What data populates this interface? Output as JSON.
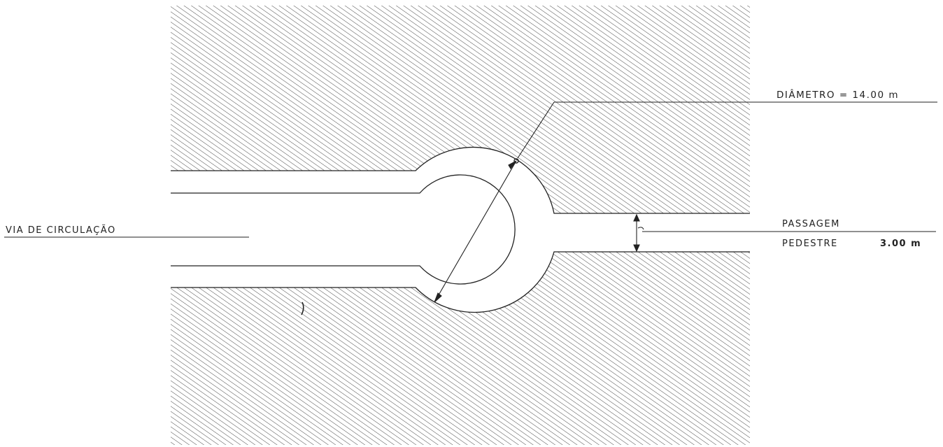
{
  "labels": {
    "diametro": "DIÂMETRO = 14.00 m",
    "via_circulacao": "VIA DE CIRCULAÇÃO",
    "passagem": "PASSAGEM",
    "pedestre": "PEDESTRE",
    "pedestre_width": "3.00 m"
  },
  "dimensions": {
    "cul_de_sac_diameter_m": 14.0,
    "pedestrian_passage_width_m": 3.0
  },
  "colors": {
    "line": "#222222",
    "hatch": "#333333",
    "background": "#ffffff"
  }
}
